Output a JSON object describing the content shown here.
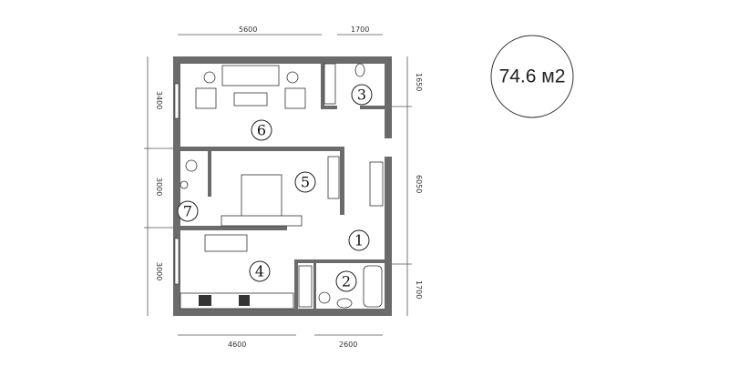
{
  "area": {
    "label": "74.6 м2"
  },
  "dimensions": {
    "top": [
      "5600",
      "1700"
    ],
    "bottom": [
      "4600",
      "2600"
    ],
    "left": [
      "3400",
      "3000",
      "3000"
    ],
    "right": [
      "1650",
      "6050",
      "1700"
    ]
  },
  "rooms": [
    "1",
    "2",
    "3",
    "4",
    "5",
    "6",
    "7"
  ]
}
